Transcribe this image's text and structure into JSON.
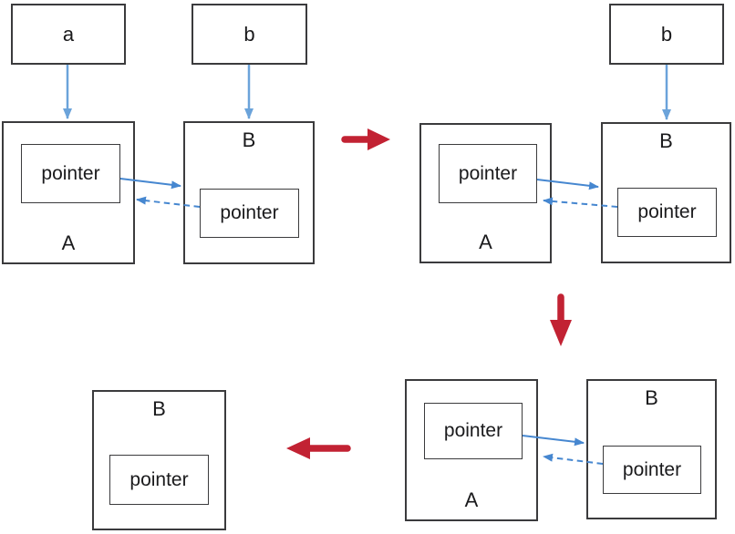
{
  "colors": {
    "box-border": "#3b3b3d",
    "text": "#1a1a1c",
    "blue-line": "#6ba3da",
    "blue-arrow": "#4687d0",
    "red-arrow": "#c22233",
    "background": "#ffffff"
  },
  "state1": {
    "var_a": "a",
    "var_b": "b",
    "obj_a": "A",
    "obj_a_pointer": "pointer",
    "obj_b": "B",
    "obj_b_pointer": "pointer"
  },
  "state2": {
    "var_b": "b",
    "obj_a": "A",
    "obj_a_pointer": "pointer",
    "obj_b": "B",
    "obj_b_pointer": "pointer"
  },
  "state3": {
    "obj_a": "A",
    "obj_a_pointer": "pointer",
    "obj_b": "B",
    "obj_b_pointer": "pointer"
  },
  "state4": {
    "obj_b": "B",
    "obj_b_pointer": "pointer"
  }
}
